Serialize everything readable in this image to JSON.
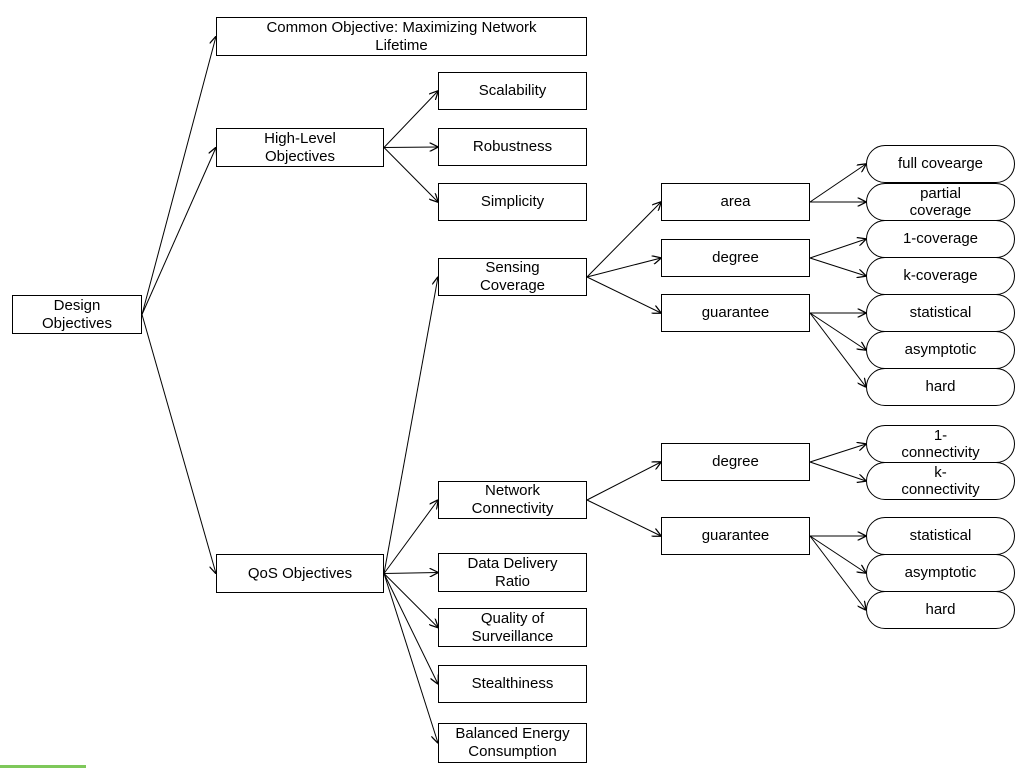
{
  "nodes": {
    "root": "Design Objectives",
    "common": "Common Objective: Maximizing Network Lifetime",
    "high_level": "High-Level Objectives",
    "scalability": "Scalability",
    "robustness": "Robustness",
    "simplicity": "Simplicity",
    "qos": "QoS Objectives",
    "sensing": "Sensing Coverage",
    "network": "Network Connectivity",
    "delivery": "Data Delivery Ratio",
    "surveillance": "Quality of Surveillance",
    "stealth": "Stealthiness",
    "energy": "Balanced Energy Consumption",
    "sc_area": "area",
    "sc_degree": "degree",
    "sc_guarantee": "guarantee",
    "full_cov": "full covearge",
    "partial_cov": "partial coverage",
    "one_cov": "1-coverage",
    "k_cov": "k-coverage",
    "sc_statistical": "statistical",
    "sc_asymptotic": "asymptotic",
    "sc_hard": "hard",
    "nc_degree": "degree",
    "nc_guarantee": "guarantee",
    "one_conn": "1-connectivity",
    "k_conn": "k-connectivity",
    "nc_statistical": "statistical",
    "nc_asymptotic": "asymptotic",
    "nc_hard": "hard"
  },
  "edges": [
    [
      "root",
      "common"
    ],
    [
      "root",
      "high_level"
    ],
    [
      "root",
      "qos"
    ],
    [
      "high_level",
      "scalability"
    ],
    [
      "high_level",
      "robustness"
    ],
    [
      "high_level",
      "simplicity"
    ],
    [
      "qos",
      "sensing"
    ],
    [
      "qos",
      "network"
    ],
    [
      "qos",
      "delivery"
    ],
    [
      "qos",
      "surveillance"
    ],
    [
      "qos",
      "stealth"
    ],
    [
      "qos",
      "energy"
    ],
    [
      "sensing",
      "sc_area"
    ],
    [
      "sensing",
      "sc_degree"
    ],
    [
      "sensing",
      "sc_guarantee"
    ],
    [
      "sc_area",
      "full_cov"
    ],
    [
      "sc_area",
      "partial_cov"
    ],
    [
      "sc_degree",
      "one_cov"
    ],
    [
      "sc_degree",
      "k_cov"
    ],
    [
      "sc_guarantee",
      "sc_statistical"
    ],
    [
      "sc_guarantee",
      "sc_asymptotic"
    ],
    [
      "sc_guarantee",
      "sc_hard"
    ],
    [
      "network",
      "nc_degree"
    ],
    [
      "network",
      "nc_guarantee"
    ],
    [
      "nc_degree",
      "one_conn"
    ],
    [
      "nc_degree",
      "k_conn"
    ],
    [
      "nc_guarantee",
      "nc_statistical"
    ],
    [
      "nc_guarantee",
      "nc_asymptotic"
    ],
    [
      "nc_guarantee",
      "nc_hard"
    ]
  ]
}
